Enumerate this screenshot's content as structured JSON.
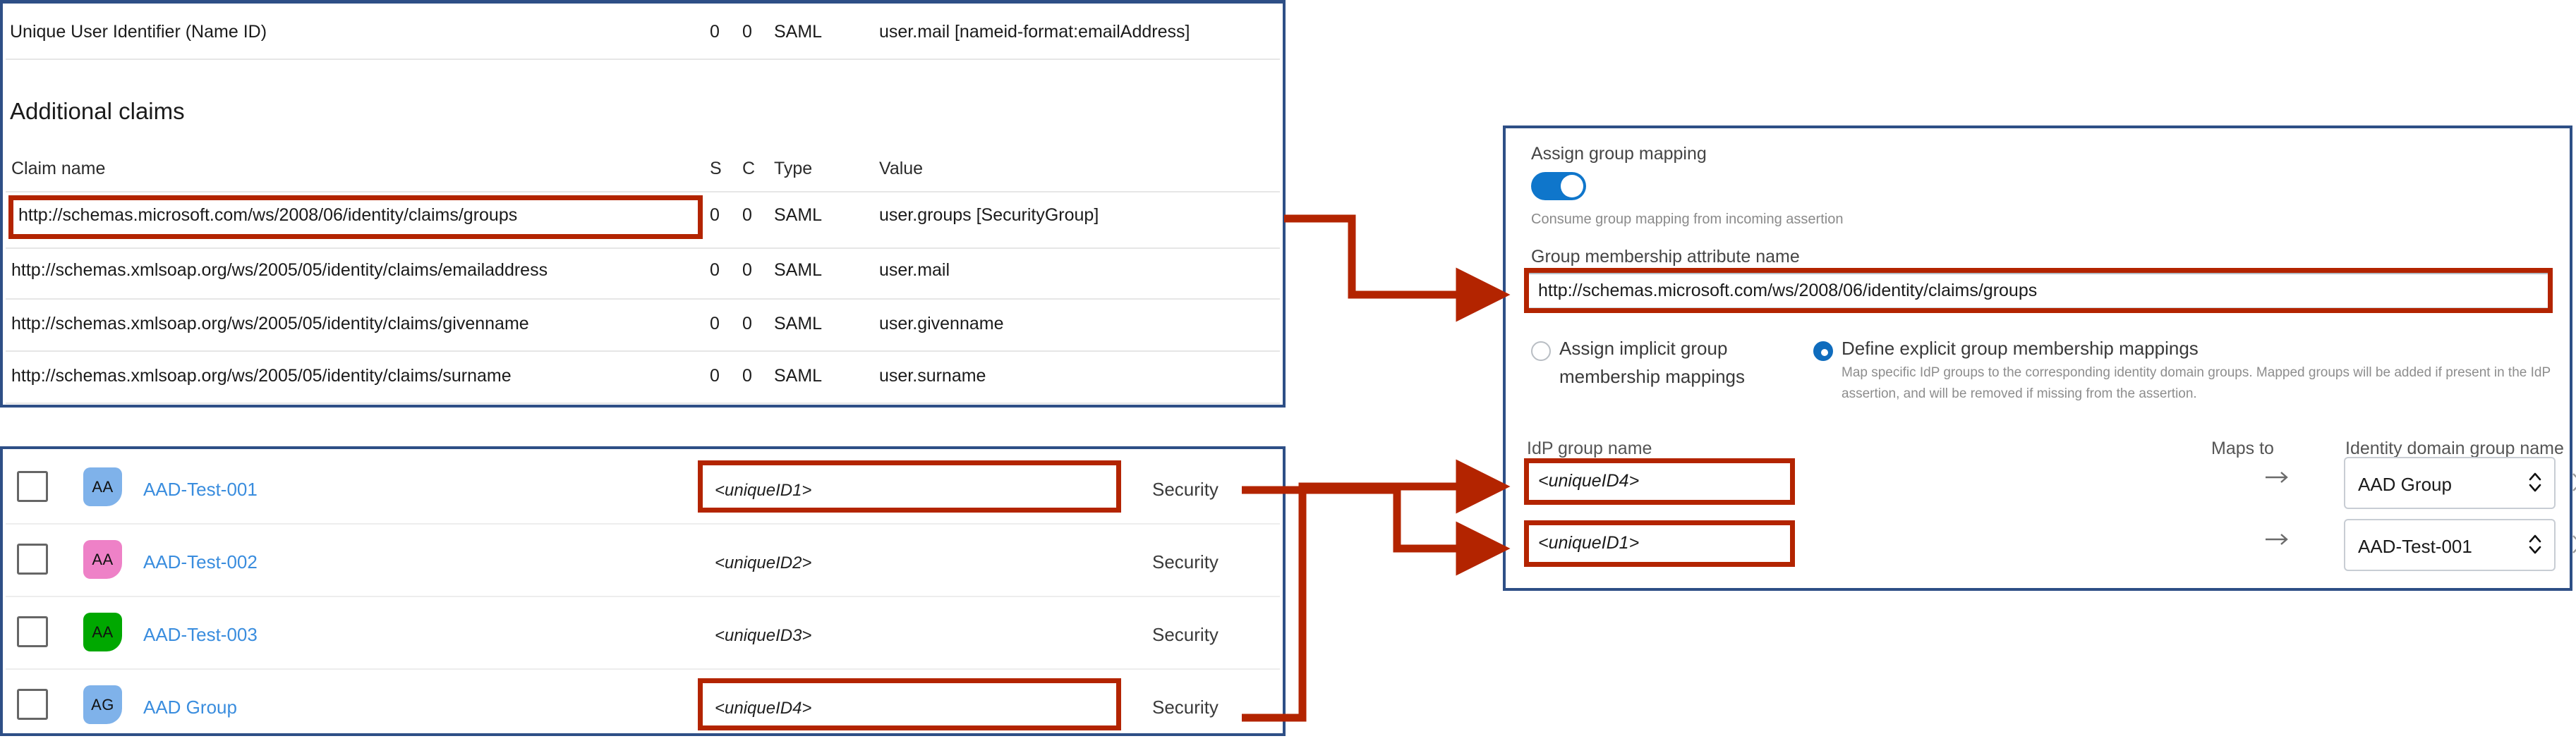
{
  "claims_panel": {
    "nameid_row": {
      "claim_name": "Unique User Identifier (Name ID)",
      "s": "0",
      "c": "0",
      "type": "SAML",
      "value": "user.mail [nameid-format:emailAddress]"
    },
    "section_title": "Additional claims",
    "columns": {
      "claim_name": "Claim name",
      "s": "S",
      "c": "C",
      "type": "Type",
      "value": "Value"
    },
    "rows": [
      {
        "claim_name": "http://schemas.microsoft.com/ws/2008/06/identity/claims/groups",
        "s": "0",
        "c": "0",
        "type": "SAML",
        "value": "user.groups [SecurityGroup]",
        "highlighted": true
      },
      {
        "claim_name": "http://schemas.xmlsoap.org/ws/2005/05/identity/claims/emailaddress",
        "s": "0",
        "c": "0",
        "type": "SAML",
        "value": "user.mail",
        "highlighted": false
      },
      {
        "claim_name": "http://schemas.xmlsoap.org/ws/2005/05/identity/claims/givenname",
        "s": "0",
        "c": "0",
        "type": "SAML",
        "value": "user.givenname",
        "highlighted": false
      },
      {
        "claim_name": "http://schemas.xmlsoap.org/ws/2005/05/identity/claims/surname",
        "s": "0",
        "c": "0",
        "type": "SAML",
        "value": "user.surname",
        "highlighted": false
      }
    ]
  },
  "groups_panel": {
    "rows": [
      {
        "initials": "AA",
        "avatar_color": "#7fb2ea",
        "name": "AAD-Test-001",
        "unique_id": "<uniqueID1>",
        "type": "Security",
        "highlighted": true
      },
      {
        "initials": "AA",
        "avatar_color": "#ee81c7",
        "name": "AAD-Test-002",
        "unique_id": "<uniqueID2>",
        "type": "Security",
        "highlighted": false
      },
      {
        "initials": "AA",
        "avatar_color": "#00a800",
        "name": "AAD-Test-003",
        "unique_id": "<uniqueID3>",
        "type": "Security",
        "highlighted": false
      },
      {
        "initials": "AG",
        "avatar_color": "#7fb2ea",
        "name": "AAD Group",
        "unique_id": "<uniqueID4>",
        "type": "Security",
        "highlighted": true
      }
    ]
  },
  "mapping_panel": {
    "assign_group_mapping_label": "Assign group mapping",
    "toggle_on": true,
    "toggle_caption": "Consume group mapping from incoming assertion",
    "attribute_label": "Group membership attribute name",
    "attribute_value": "http://schemas.microsoft.com/ws/2008/06/identity/claims/groups",
    "radio_implicit": {
      "label_line1": "Assign implicit group",
      "label_line2": "membership mappings",
      "selected": false
    },
    "radio_explicit": {
      "label": "Define explicit group membership mappings",
      "desc_line1": "Map specific IdP groups to the corresponding identity domain groups. Mapped groups will be added if present in the IdP",
      "desc_line2": "assertion, and will be removed if missing from the assertion.",
      "selected": true
    },
    "columns": {
      "idp_group_name": "IdP group name",
      "maps_to": "Maps to",
      "identity_domain_group_name": "Identity domain group name"
    },
    "mappings": [
      {
        "idp_group_name": "<uniqueID4>",
        "identity_domain_group_name": "AAD Group",
        "maps_to_glyph": "→",
        "remove_glyph": "×"
      },
      {
        "idp_group_name": "<uniqueID1>",
        "identity_domain_group_name": "AAD-Test-001",
        "maps_to_glyph": "→",
        "remove_glyph": "×"
      }
    ]
  },
  "colors": {
    "panel_border": "#2e4f86",
    "callout_red": "#b32400",
    "link_blue": "#3a8dde",
    "toggle_blue": "#0f76cb",
    "radio_blue": "#0f6cbd"
  }
}
